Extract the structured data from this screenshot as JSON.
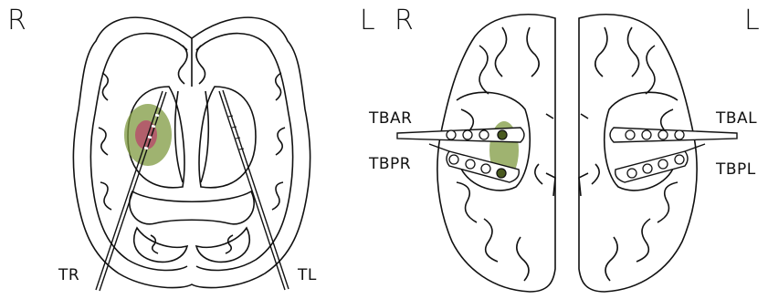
{
  "left_panel": {
    "orientation_left": "R",
    "orientation_right": "L",
    "electrode_right": "TR",
    "electrode_left": "TL"
  },
  "right_panel": {
    "orientation_left": "R",
    "orientation_right": "L",
    "strip_anterior_right": "TBAR",
    "strip_posterior_right": "TBPR",
    "strip_anterior_left": "TBAL",
    "strip_posterior_left": "TBPL"
  },
  "colors": {
    "outline": "#111111",
    "target_region": "#7f9a40",
    "lesion": "#b5506a",
    "electrode_fill": "#ffffff",
    "contact_active": "#4a5a20"
  }
}
